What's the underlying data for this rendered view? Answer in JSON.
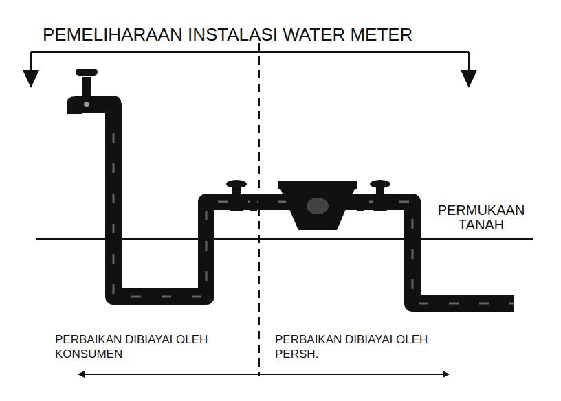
{
  "diagram": {
    "title": "PEMELIHARAAN INSTALASI WATER METER",
    "labels": [
      "PERMUKAAN TANAH",
      "PERBAIKAN DIBIAYAI OLEH KONSUMEN",
      "PERBAIKAN DIBIAYAI OLEH PERSH."
    ]
  }
}
